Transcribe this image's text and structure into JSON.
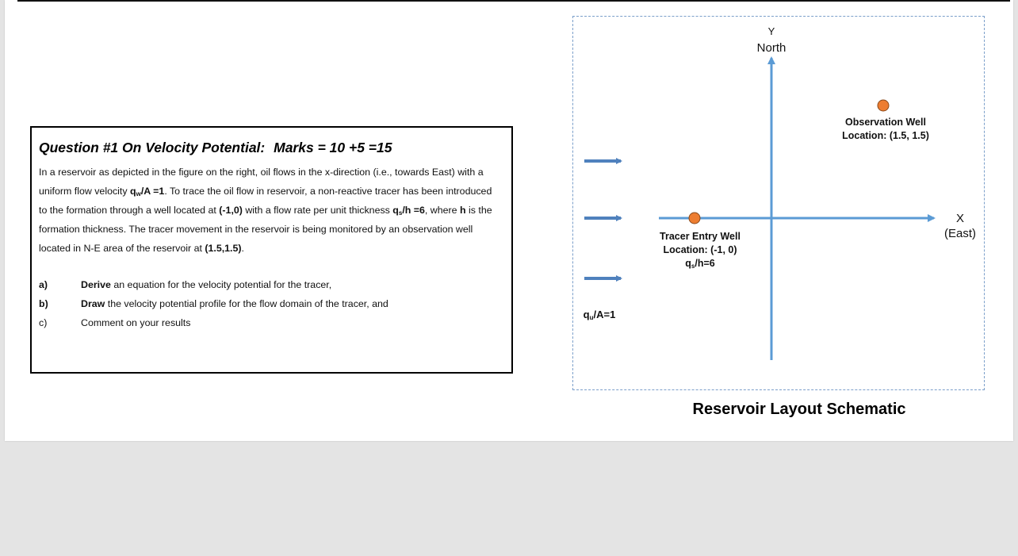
{
  "question": {
    "title": "Question #1 On Velocity Potential:",
    "marks": "Marks = 10 +5 =15",
    "body": {
      "l1": "In a reservoir as depicted in the figure on the right, oil flows in the x-direction (i.e., towards East) with a",
      "l2_a": "uniform flow velocity ",
      "l2_q": "q",
      "l2_sub": "w",
      "l2_b": "/A =1",
      "l2_c": ". To trace the oil flow in reservoir, a non-reactive tracer has been introduced",
      "l3_a": "to the formation through a well located at ",
      "l3_loc": "(-1,0)",
      "l3_b": " with a flow rate per unit thickness ",
      "l3_q": "q",
      "l3_sub": "s",
      "l3_c": "/h =6",
      "l3_d": ", where ",
      "l3_h": "h",
      "l3_e": " is the",
      "l4": "formation thickness. The tracer movement in the reservoir is being monitored by an observation well",
      "l5_a": "located in N-E area of the reservoir at ",
      "l5_loc": "(1.5,1.5)",
      "l5_b": "."
    },
    "items": [
      {
        "mark": "a)",
        "bold": "Derive",
        "rest": " an equation for the velocity potential for the tracer,"
      },
      {
        "mark": "b)",
        "bold": "Draw",
        "rest": " the velocity potential profile for the flow domain of the tracer, and"
      },
      {
        "mark": "c)",
        "bold": "",
        "rest": "Comment on your results"
      }
    ]
  },
  "schematic": {
    "y_axis_letter": "Y",
    "y_axis_name": "North",
    "x_axis_letter": "X",
    "x_axis_name": "(East)",
    "obs_well_name": "Observation Well",
    "obs_well_location": "Location: (1.5, 1.5)",
    "tracer_well_name": "Tracer Entry Well",
    "tracer_well_location": "Location: (-1, 0)",
    "tracer_rate_q": "q",
    "tracer_rate_sub": "s",
    "tracer_rate_rest": "/h=6",
    "flow_label_q": "q",
    "flow_label_sub": "u",
    "flow_label_rest": "/A=1",
    "title": "Reservoir Layout Schematic",
    "colors": {
      "axis": "#5b9bd5",
      "arrow": "#4f81bd",
      "well_fill": "#ed7d31",
      "well_stroke": "#8a4a1c",
      "frame": "#7b9fca"
    }
  }
}
